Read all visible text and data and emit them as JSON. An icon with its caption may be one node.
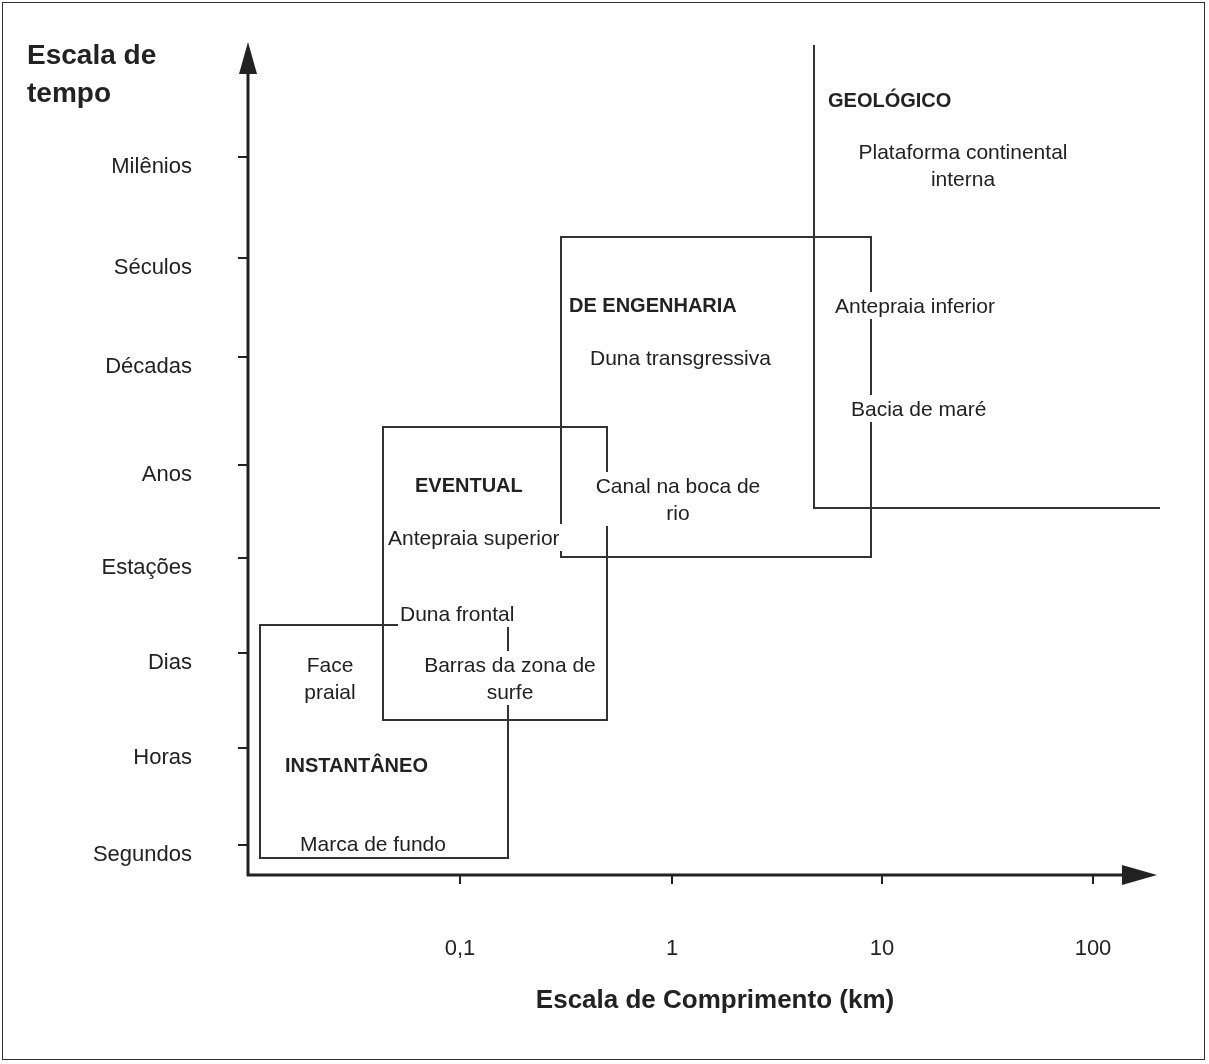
{
  "diagram": {
    "nodes": [
      {
        "text": [
          "Face praial",
          "INSTANTÂNEO",
          "Marca de fundo"
        ]
      },
      {
        "text": [
          "EVENTUAL",
          "Antepraia superior",
          "Duna frontal",
          "Barras da zona de surfe"
        ]
      },
      {
        "text": [
          "DE ENGENHARIA",
          "Duna transgressiva",
          "Canal na boca de rio"
        ]
      },
      {
        "text": [
          "GEOLÓGICO",
          "Plataforma continental interna",
          "Antepraia inferior",
          "Bacia de maré"
        ]
      }
    ],
    "edges": [],
    "labels": [
      "Escala de tempo",
      "Milênios",
      "Séculos",
      "Décadas",
      "Anos",
      "Estações",
      "Dias",
      "Horas",
      "Segundos",
      "0,1",
      "1",
      "10",
      "100",
      "Escala de Comprimento (km)"
    ]
  }
}
